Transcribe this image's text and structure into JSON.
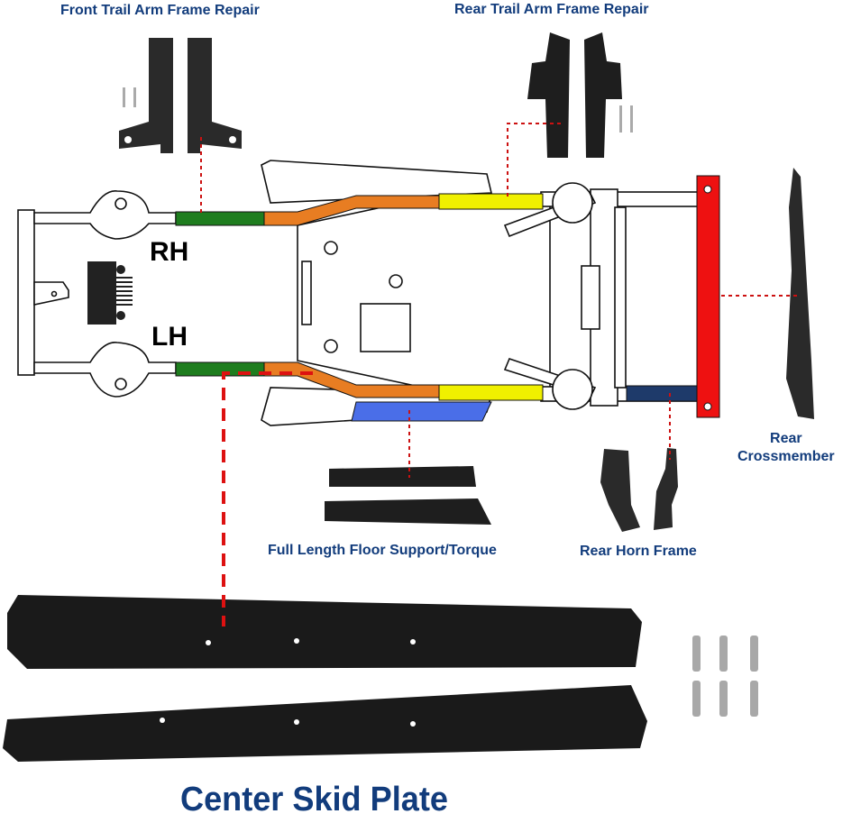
{
  "labels": {
    "front_trail_arm": "Front Trail Arm Frame Repair",
    "rear_trail_arm": "Rear Trail Arm Frame Repair",
    "floor_support": "Full Length Floor Support/Torque",
    "rear_horn": "Rear Horn Frame",
    "rear_crossmember_line1": "Rear",
    "rear_crossmember_line2": "Crossmember",
    "center_skid_plate": "Center Skid Plate",
    "rh": "RH",
    "lh": "LH"
  },
  "colors": {
    "label_text": "#123c7c",
    "front_trail_arm_section": "#1e7d1e",
    "torque_box_section": "#e87d22",
    "rear_trail_arm_section": "#f0f000",
    "floor_support_section": "#4a6ee8",
    "rear_horn_section": "#1e3a6a",
    "rear_crossmember_section": "#ee1111",
    "leader_line": "#cc1111",
    "part_metal": "#222222",
    "bolt": "#aaaaaa"
  },
  "parts": [
    {
      "name": "Front Trail Arm Frame Repair",
      "color_key": "front_trail_arm_section"
    },
    {
      "name": "Rear Trail Arm Frame Repair",
      "color_key": "rear_trail_arm_section"
    },
    {
      "name": "Full Length Floor Support/Torque",
      "color_key": "floor_support_section"
    },
    {
      "name": "Rear Horn Frame",
      "color_key": "rear_horn_section"
    },
    {
      "name": "Rear Crossmember",
      "color_key": "rear_crossmember_section"
    },
    {
      "name": "Center Skid Plate",
      "color_key": "torque_box_section"
    }
  ],
  "hardware": {
    "bolt_count": 6
  }
}
